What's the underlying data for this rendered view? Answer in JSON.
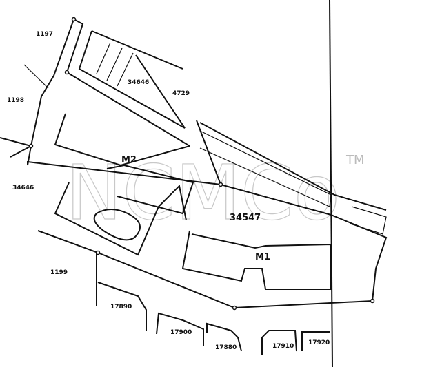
{
  "watermark": {
    "text": "NCMCo",
    "trademark": "TM"
  },
  "parcels": {
    "p1197": "1197",
    "p1198": "1198",
    "p1199": "1199",
    "p34646": "34646",
    "p34646b": "34646",
    "p4729": "4729",
    "p34547": "34547",
    "p17890": "17890",
    "p17900": "17900",
    "p17880": "17880",
    "p17910": "17910",
    "p17920": "17920"
  },
  "buildings": {
    "m1": "M1",
    "m2": "M2"
  }
}
